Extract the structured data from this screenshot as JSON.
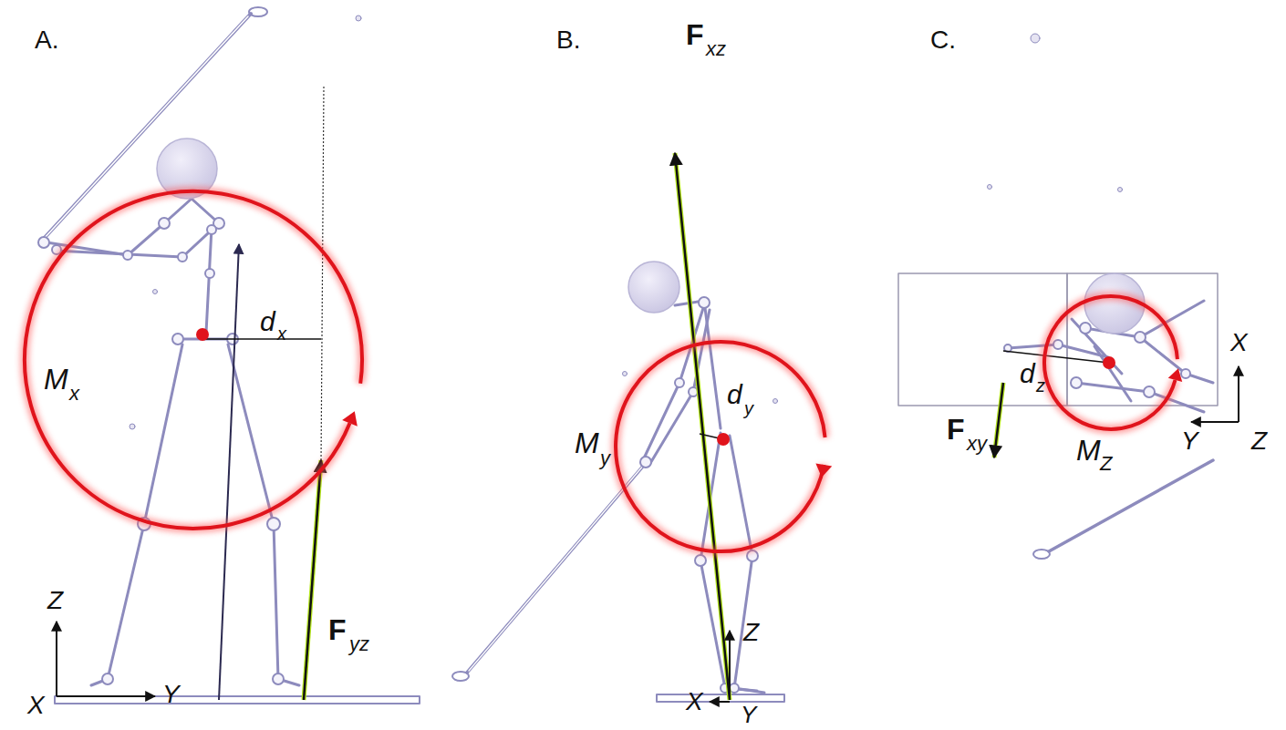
{
  "diagram": {
    "labels": [
      "A.",
      "M",
      "x",
      "d",
      "x",
      "F",
      "yz",
      "Z",
      "X",
      "Y",
      "B.",
      "F",
      "xz",
      "M",
      "y",
      "d",
      "y",
      "Z",
      "X",
      "Y",
      "C.",
      "F",
      "xy",
      "d",
      "z",
      "M",
      "Z",
      "X",
      "Y",
      "Z"
    ]
  }
}
